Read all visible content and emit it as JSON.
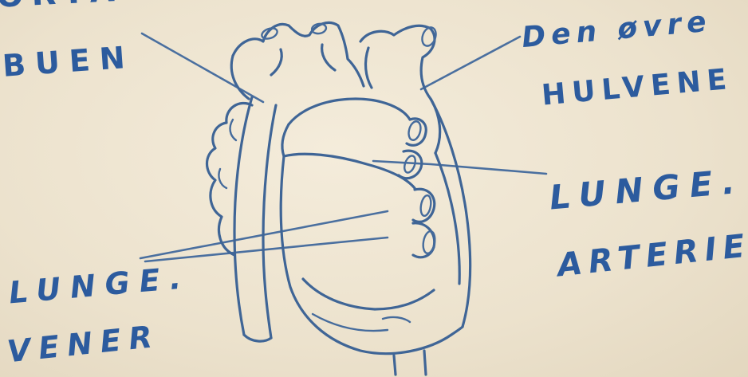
{
  "labels": {
    "aorta_top": "ORTA",
    "aorta_bottom": "BUEN",
    "hulvene_top": "Den øvre",
    "hulvene_bottom": "HULVENE",
    "lungearterie_top": "LUNGE.",
    "lungearterie_bottom": "ARTERIE",
    "lungevener_top": "LUNGE.",
    "lungevener_bottom": "VENER"
  },
  "colors": {
    "ink": "#3f6596",
    "label_ink": "#2c5b9e",
    "paper": "#efe6d3"
  }
}
